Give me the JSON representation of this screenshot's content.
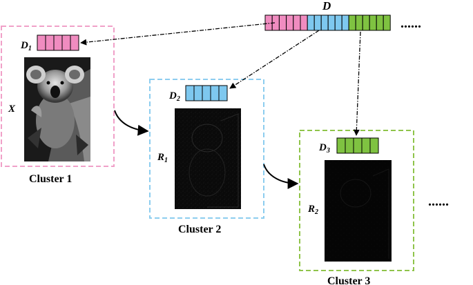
{
  "dictionary": {
    "label": "D",
    "pink_color": "#f08cc0",
    "blue_color": "#7ec8ef",
    "green_color": "#7fc241",
    "ellipsis": "......"
  },
  "clusters": [
    {
      "name": "Cluster  1",
      "dict_label": "D",
      "dict_sub": "1",
      "input_label": "X",
      "input_sub": "",
      "border_color": "#f0a0c8",
      "image": "koala-grayscale-photo"
    },
    {
      "name": "Cluster  2",
      "dict_label": "D",
      "dict_sub": "2",
      "input_label": "R",
      "input_sub": "1",
      "border_color": "#8ccdef",
      "image": "residual-1-dark"
    },
    {
      "name": "Cluster  3",
      "dict_label": "D",
      "dict_sub": "3",
      "input_label": "R",
      "input_sub": "2",
      "border_color": "#8fc44a",
      "image": "residual-2-dark"
    }
  ],
  "trailing_ellipsis": "......"
}
